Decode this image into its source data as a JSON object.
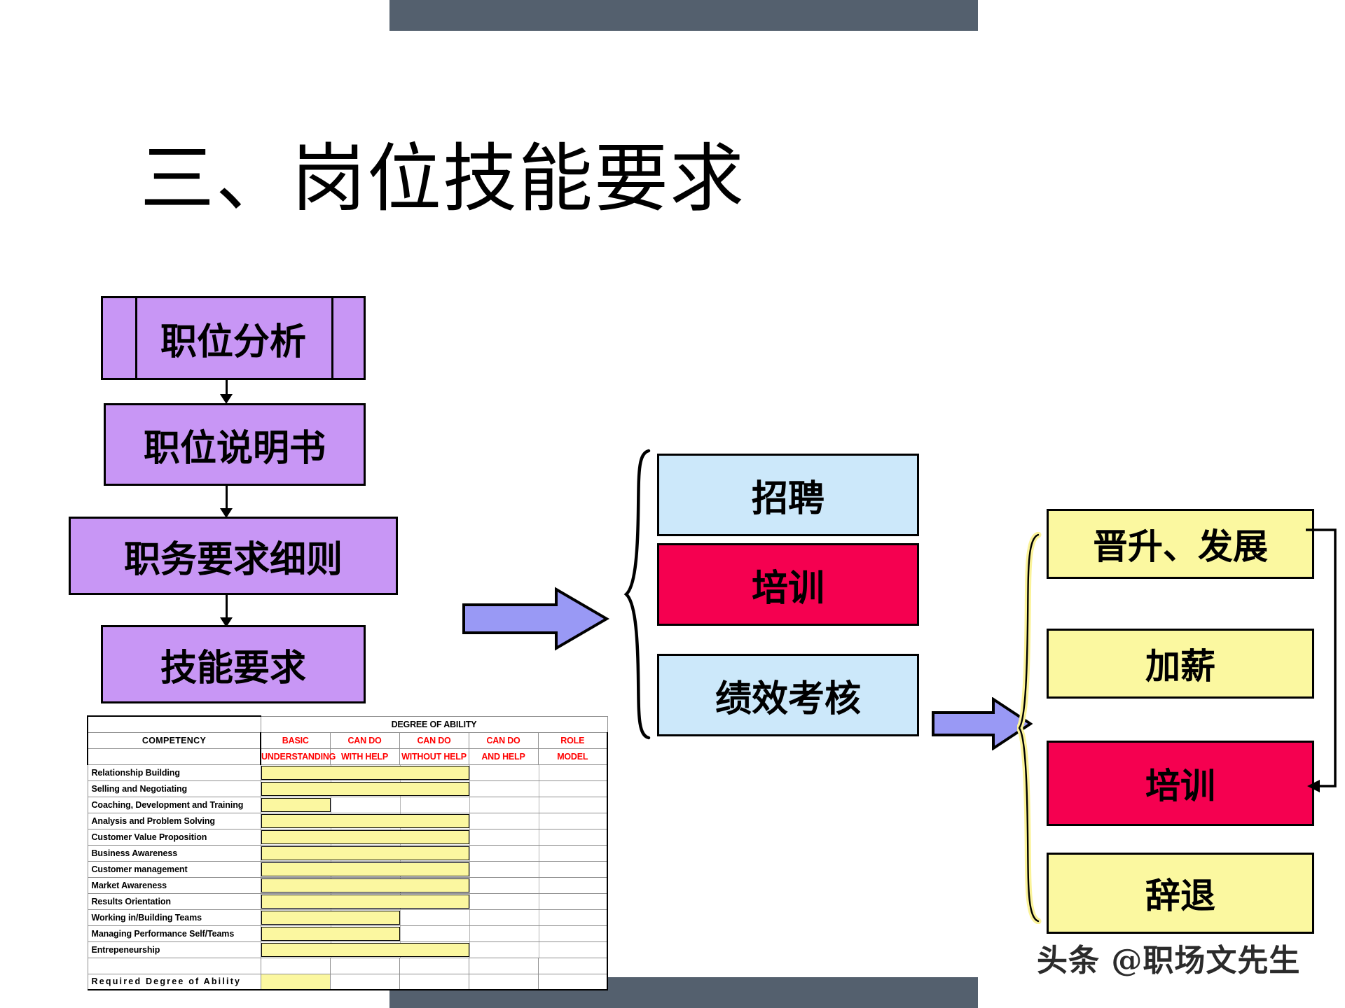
{
  "slide": {
    "title": "三、岗位技能要求",
    "watermark": "头条 @职场文先生"
  },
  "colors": {
    "purple": "#c896f5",
    "light_blue": "#cce8fa",
    "crimson": "#f50050",
    "yellow": "#fbf8a0",
    "arrow_blue": "#9999f5",
    "bar_grey": "#54606e",
    "header_red": "#ff0000",
    "bar_yellow": "#fbf7a0"
  },
  "flow_left": {
    "boxes": [
      {
        "label": "职位分析",
        "color": "purple"
      },
      {
        "label": "职位说明书",
        "color": "purple"
      },
      {
        "label": "职务要求细则",
        "color": "purple"
      },
      {
        "label": "技能要求",
        "color": "purple"
      }
    ]
  },
  "flow_middle": {
    "boxes": [
      {
        "label": "招聘",
        "color": "light_blue"
      },
      {
        "label": "培训",
        "color": "crimson"
      },
      {
        "label": "绩效考核",
        "color": "light_blue"
      }
    ]
  },
  "flow_right": {
    "boxes": [
      {
        "label": "晋升、发展",
        "color": "yellow"
      },
      {
        "label": "加薪",
        "color": "yellow"
      },
      {
        "label": "培训",
        "color": "crimson"
      },
      {
        "label": "辞退",
        "color": "yellow"
      }
    ]
  },
  "chart_data": {
    "type": "bar",
    "title": "COMPETENCY / DEGREE OF ABILITY",
    "group_header": "DEGREE OF ABILITY",
    "row_header": "COMPETENCY",
    "footer_label": "Required Degree of Ability",
    "footer_value": 1,
    "xlabel": "",
    "ylabel": "",
    "grid": true,
    "legend": "none",
    "columns": [
      {
        "line1": "BASIC",
        "line2": "UNDERSTANDING"
      },
      {
        "line1": "CAN DO",
        "line2": "WITH HELP"
      },
      {
        "line1": "CAN DO",
        "line2": "WITHOUT HELP"
      },
      {
        "line1": "CAN DO",
        "line2": "AND HELP"
      },
      {
        "line1": "ROLE",
        "line2": "MODEL"
      }
    ],
    "categories": [
      "Relationship Building",
      "Selling and Negotiating",
      "Coaching, Development and Training",
      "Analysis and Problem Solving",
      "Customer Value Proposition",
      "Business Awareness",
      "Customer management",
      "Market Awareness",
      "Results Orientation",
      "Working in/Building Teams",
      "Managing Performance Self/Teams",
      "Entrepeneurship"
    ],
    "values": [
      3,
      3,
      1,
      3,
      3,
      3,
      3,
      3,
      3,
      2,
      2,
      3
    ],
    "ylim": [
      0,
      5
    ],
    "unit": "columns filled (of 5)"
  }
}
